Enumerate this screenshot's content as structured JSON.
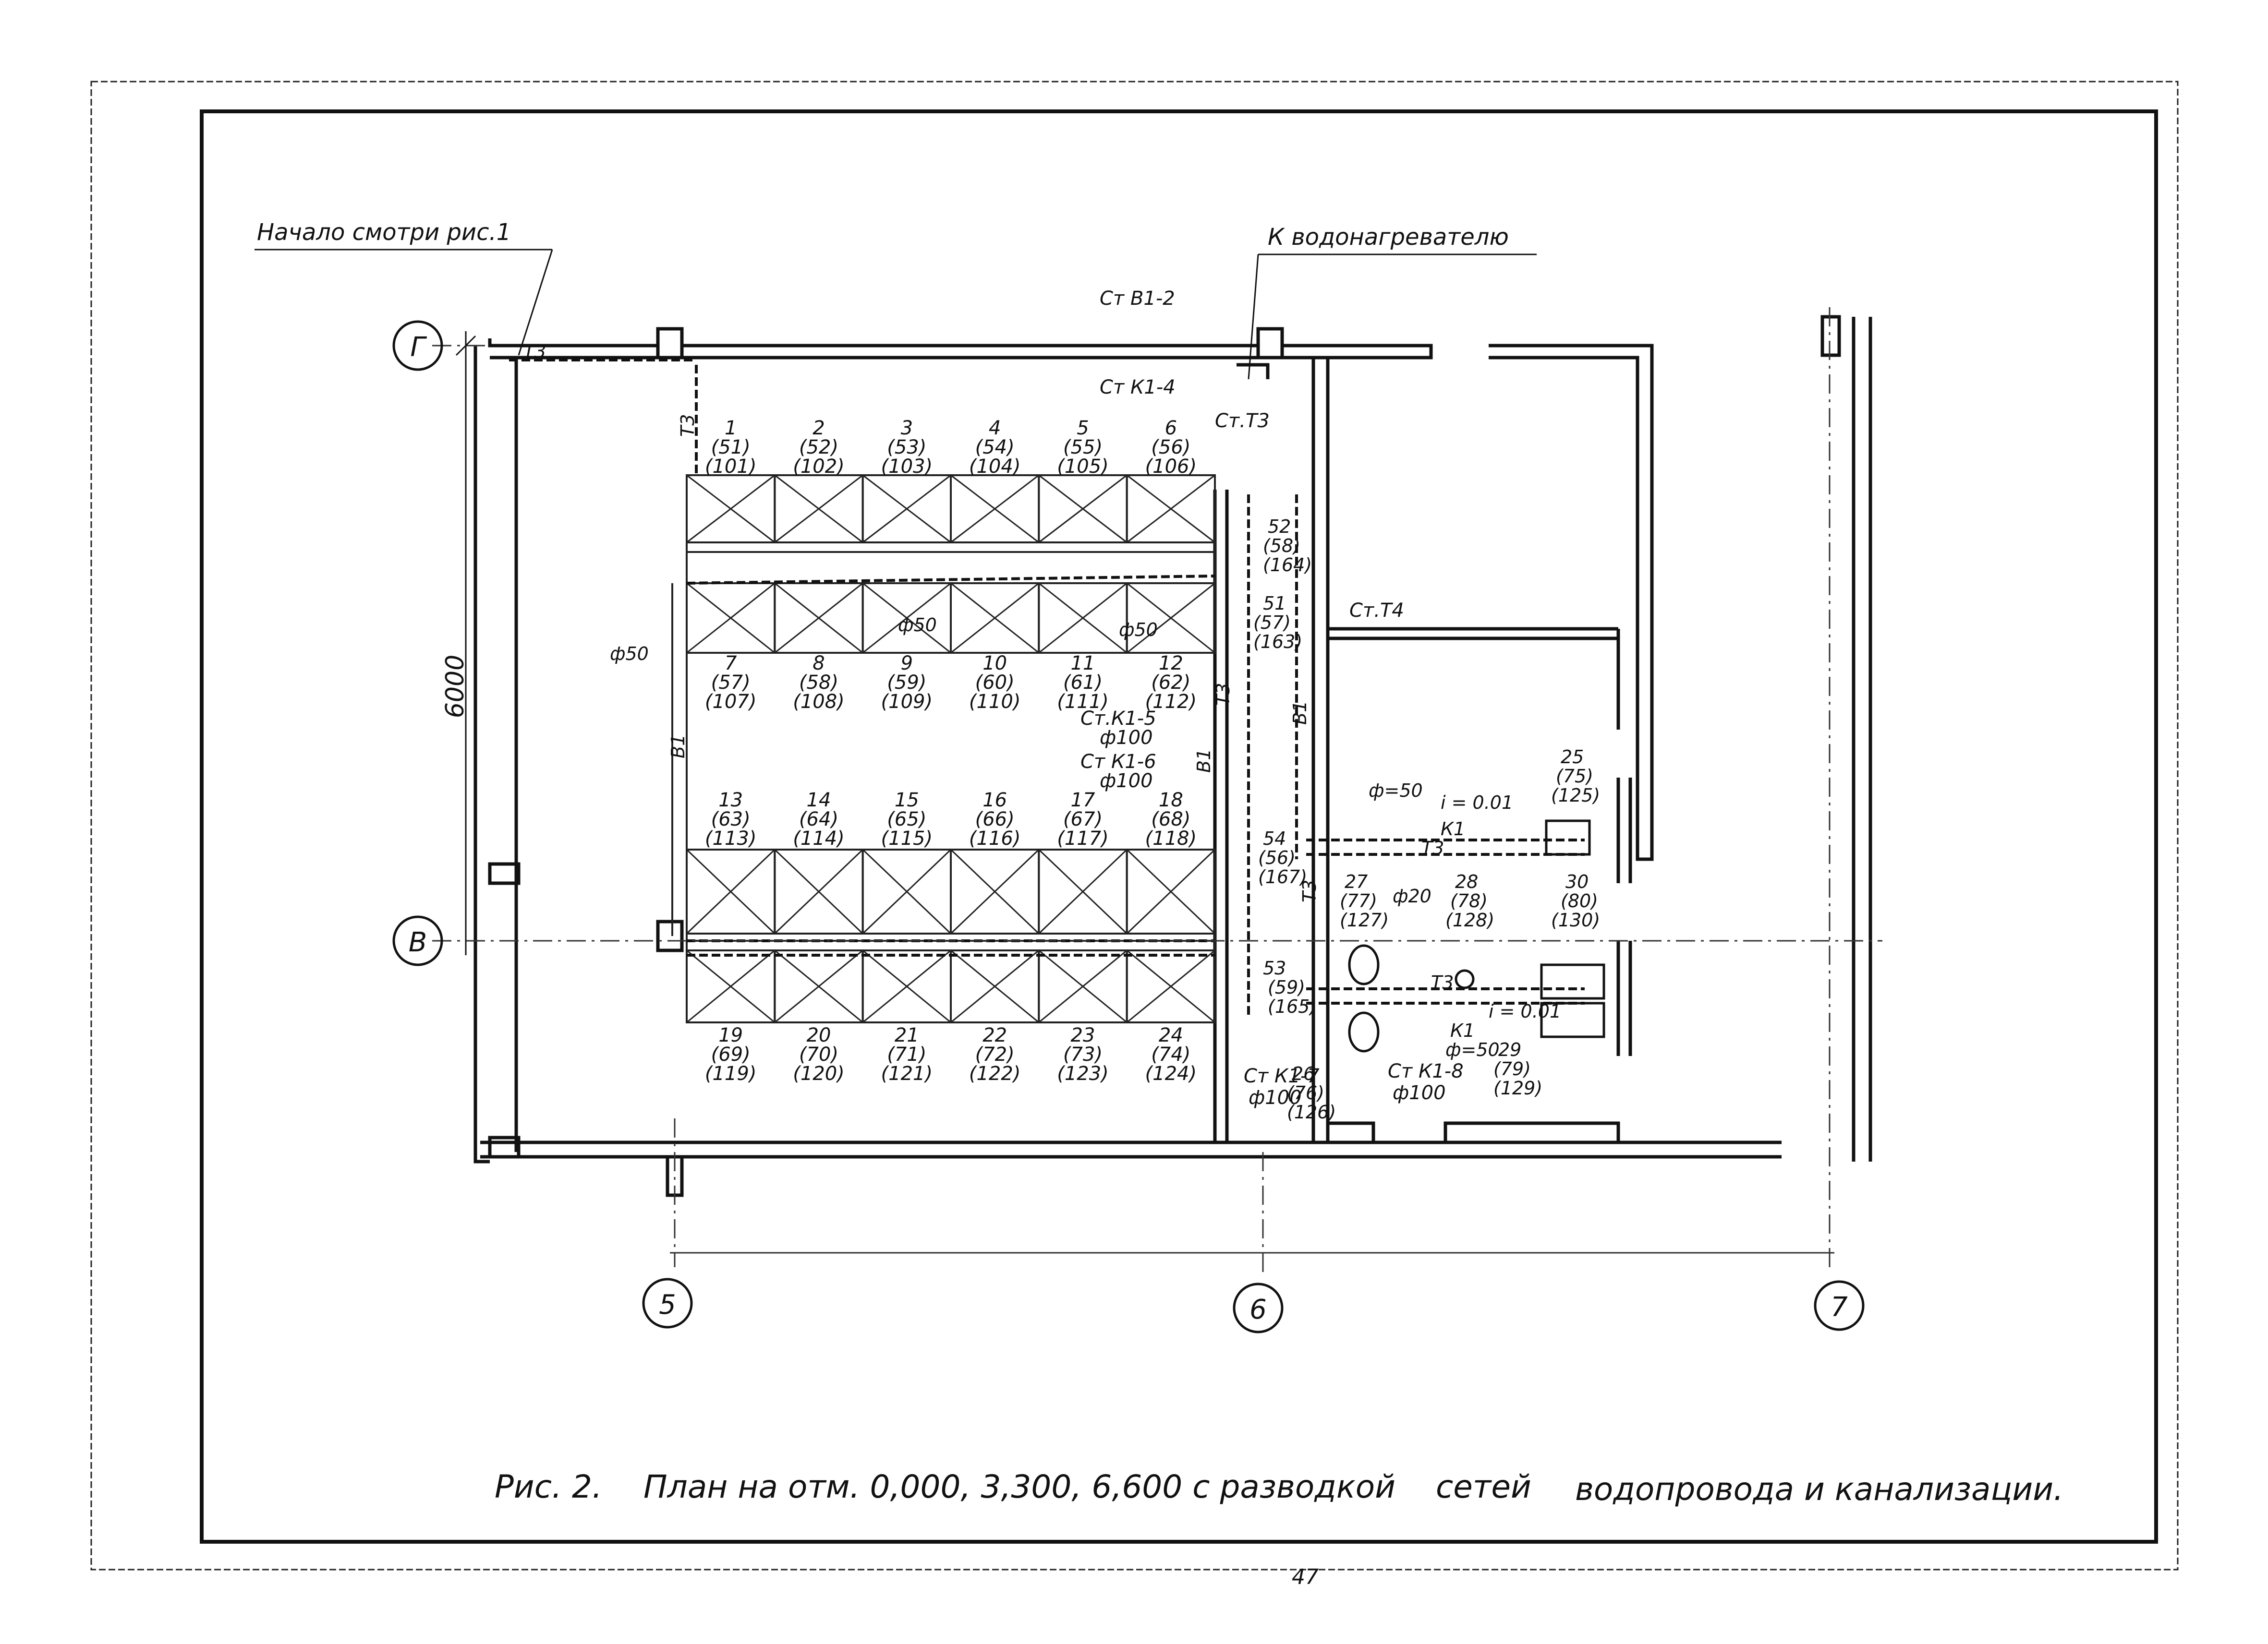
{
  "leaders": {
    "start_ref": "Начало смотри рис.1",
    "to_heater": "К водонагревателю"
  },
  "axes": {
    "rows": [
      "Г",
      "В"
    ],
    "cols": [
      "5",
      "6",
      "7"
    ]
  },
  "dimension": "6000",
  "risers": {
    "v1_2": "Ст В1-2",
    "k1_4": "Ст К1-4",
    "t3": "Ст.Т3",
    "t4": "Ст.Т4",
    "k1_5": "Ст.К1-5",
    "k1_5_d": "ф100",
    "k1_6": "Ст К1-6",
    "k1_6_d": "ф100",
    "k1_7": "Ст К1-7",
    "k1_7_d": "ф100",
    "k1_8": "Ст К1-8",
    "k1_8_d": "ф100"
  },
  "pipes": {
    "t3": "Т3",
    "b1": "В1",
    "k1": "К1",
    "d50": "ф50",
    "d50b": "ф=50",
    "d20": "ф20",
    "slope": "i = 0.01"
  },
  "cabins_top": [
    {
      "n": "1",
      "a": "(51)",
      "b": "(101)"
    },
    {
      "n": "2",
      "a": "(52)",
      "b": "(102)"
    },
    {
      "n": "3",
      "a": "(53)",
      "b": "(103)"
    },
    {
      "n": "4",
      "a": "(54)",
      "b": "(104)"
    },
    {
      "n": "5",
      "a": "(55)",
      "b": "(105)"
    },
    {
      "n": "6",
      "a": "(56)",
      "b": "(106)"
    }
  ],
  "cabins_mid_upper": [
    {
      "n": "7",
      "a": "(57)",
      "b": "(107)"
    },
    {
      "n": "8",
      "a": "(58)",
      "b": "(108)"
    },
    {
      "n": "9",
      "a": "(59)",
      "b": "(109)"
    },
    {
      "n": "10",
      "a": "(60)",
      "b": "(110)"
    },
    {
      "n": "11",
      "a": "(61)",
      "b": "(111)"
    },
    {
      "n": "12",
      "a": "(62)",
      "b": "(112)"
    }
  ],
  "cabins_mid_lower": [
    {
      "n": "13",
      "a": "(63)",
      "b": "(113)"
    },
    {
      "n": "14",
      "a": "(64)",
      "b": "(114)"
    },
    {
      "n": "15",
      "a": "(65)",
      "b": "(115)"
    },
    {
      "n": "16",
      "a": "(66)",
      "b": "(116)"
    },
    {
      "n": "17",
      "a": "(67)",
      "b": "(117)"
    },
    {
      "n": "18",
      "a": "(68)",
      "b": "(118)"
    }
  ],
  "cabins_bottom": [
    {
      "n": "19",
      "a": "(69)",
      "b": "(119)"
    },
    {
      "n": "20",
      "a": "(70)",
      "b": "(120)"
    },
    {
      "n": "21",
      "a": "(71)",
      "b": "(121)"
    },
    {
      "n": "22",
      "a": "(72)",
      "b": "(122)"
    },
    {
      "n": "23",
      "a": "(73)",
      "b": "(123)"
    },
    {
      "n": "24",
      "a": "(74)",
      "b": "(124)"
    }
  ],
  "fixtures": {
    "f52": {
      "n": "52",
      "a": "(58)",
      "b": "(164)"
    },
    "f51": {
      "n": "51",
      "a": "(57)",
      "b": "(163)"
    },
    "f54": {
      "n": "54",
      "a": "(56)",
      "b": "(167)"
    },
    "f53": {
      "n": "53",
      "a": "(59)",
      "b": "(165)"
    },
    "f25": {
      "n": "25",
      "a": "(75)",
      "b": "(125)"
    },
    "f26": {
      "n": "26",
      "a": "(76)",
      "b": "(126)"
    },
    "f27": {
      "n": "27",
      "a": "(77)",
      "b": "(127)"
    },
    "f28": {
      "n": "28",
      "a": "(78)",
      "b": "(128)"
    },
    "f29": {
      "n": "29",
      "a": "(79)",
      "b": "(129)"
    },
    "f30": {
      "n": "30",
      "a": "(80)",
      "b": "(130)"
    }
  },
  "caption": {
    "num": "Рис. 2.",
    "text": "План на отм. 0,000, 3,300, 6,600 с разводкой",
    "text2": "сетей",
    "text3": "водопровода и канализации."
  },
  "page_number": "47"
}
